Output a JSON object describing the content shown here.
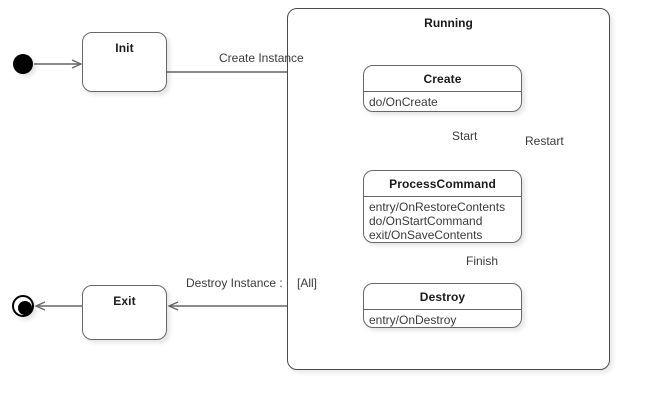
{
  "diagram": {
    "type": "uml-state-machine",
    "background": "#ffffff",
    "line_color": "#676767",
    "text_color": "#3a3a3a",
    "title_color": "#1a1a1a"
  },
  "region": {
    "name": "running-region",
    "label": "Running"
  },
  "pseudostates": {
    "initial": "initial-state",
    "final": "final-state"
  },
  "states": {
    "init": {
      "title": "Init",
      "body": ""
    },
    "exit": {
      "title": "Exit",
      "body": ""
    },
    "create": {
      "title": "Create",
      "body": "do/OnCreate"
    },
    "process_command": {
      "title": "ProcessCommand",
      "body": "entry/OnRestoreContents\ndo/OnStartCommand\nexit/OnSaveContents"
    },
    "destroy": {
      "title": "Destroy",
      "body": "entry/OnDestroy"
    }
  },
  "transitions": {
    "create_instance": "Create Instance",
    "start": "Start",
    "restart": "Restart",
    "finish": "Finish",
    "destroy_instance": "Destroy Instance :",
    "destroy_instance_guard": "[All]"
  }
}
